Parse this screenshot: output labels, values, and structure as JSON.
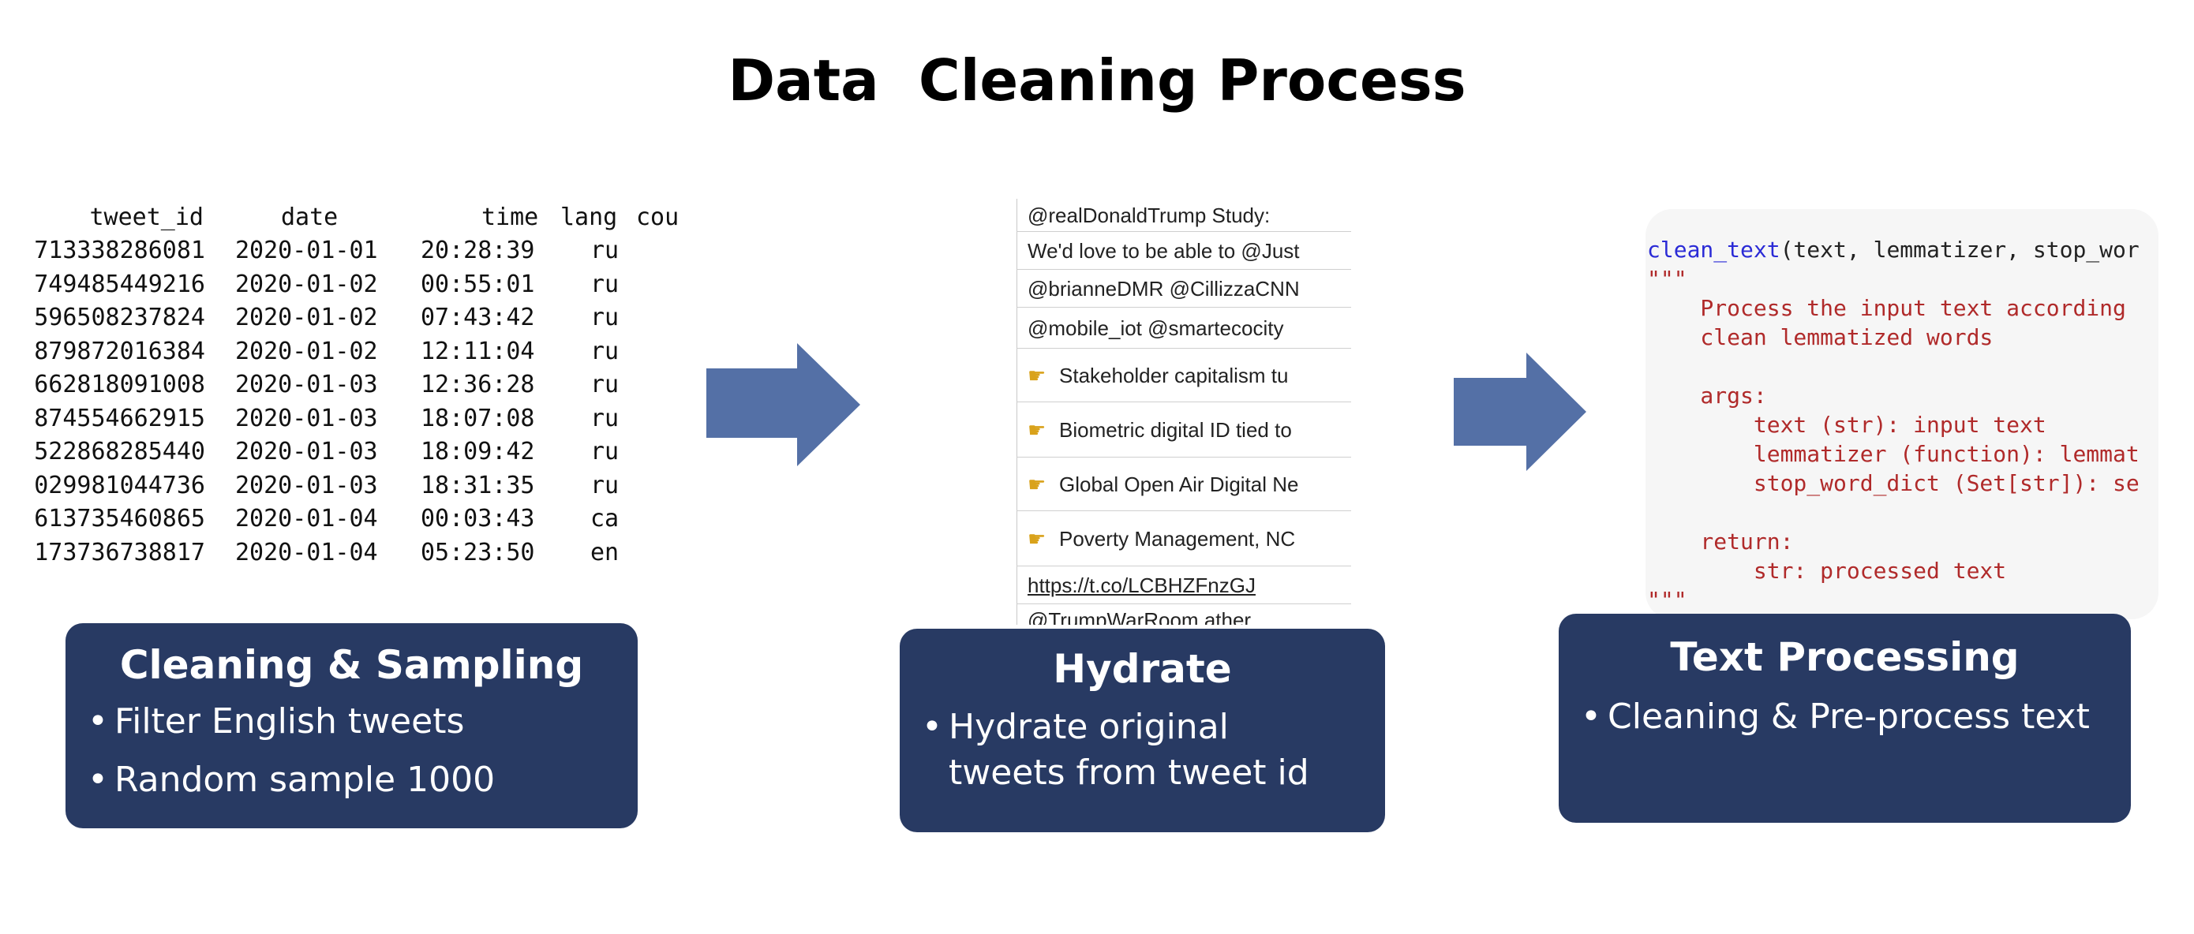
{
  "title": "Data  Cleaning Process",
  "table": {
    "headers": [
      "tweet_id",
      "date",
      "time",
      "lang",
      "cou"
    ],
    "rows": [
      [
        "713338286081",
        "2020-01-01",
        "20:28:39",
        "ru"
      ],
      [
        "749485449216",
        "2020-01-02",
        "00:55:01",
        "ru"
      ],
      [
        "596508237824",
        "2020-01-02",
        "07:43:42",
        "ru"
      ],
      [
        "879872016384",
        "2020-01-02",
        "12:11:04",
        "ru"
      ],
      [
        "662818091008",
        "2020-01-03",
        "12:36:28",
        "ru"
      ],
      [
        "874554662915",
        "2020-01-03",
        "18:07:08",
        "ru"
      ],
      [
        "522868285440",
        "2020-01-03",
        "18:09:42",
        "ru"
      ],
      [
        "029981044736",
        "2020-01-03",
        "18:31:35",
        "ru"
      ],
      [
        "613735460865",
        "2020-01-04",
        "00:03:43",
        "ca"
      ],
      [
        "173736738817",
        "2020-01-04",
        "05:23:50",
        "en"
      ]
    ]
  },
  "tweets": [
    {
      "text": "@realDonaldTrump Study: ",
      "hand": false,
      "link": false
    },
    {
      "text": "We'd love to be able to @Just",
      "hand": false,
      "link": false
    },
    {
      "text": "@brianneDMR @CillizzaCNN",
      "hand": false,
      "link": false
    },
    {
      "text": "@mobile_iot @smartecocity",
      "hand": false,
      "link": false
    },
    {
      "text": "Stakeholder capitalism tu",
      "hand": true,
      "link": false
    },
    {
      "text": "Biometric digital ID tied to",
      "hand": true,
      "link": false
    },
    {
      "text": "Global Open Air Digital Ne",
      "hand": true,
      "link": false
    },
    {
      "text": "Poverty Management, NC",
      "hand": true,
      "link": false
    },
    {
      "text": "https://t.co/LCBHZFnzGJ",
      "hand": false,
      "link": true
    },
    {
      "text": "@TrumpWarRoom ather",
      "hand": false,
      "link": false
    }
  ],
  "code": {
    "fn_name": "clean_text",
    "signature_rest": "(text, lemmatizer, stop_wor",
    "doc_open": "\"\"\"",
    "doc_lines": [
      "    Process the input text according",
      "    clean lemmatized words",
      "",
      "    args:",
      "        text (str): input text",
      "        lemmatizer (function): lemmat",
      "        stop_word_dict (Set[str]): se",
      "",
      "    return:",
      "        str: processed text"
    ],
    "doc_close": "\"\"\""
  },
  "boxes": [
    {
      "title": "Cleaning & Sampling",
      "bullets": [
        "Filter English tweets",
        "Random sample 1000"
      ]
    },
    {
      "title": "Hydrate",
      "bullets": [
        "Hydrate original tweets from tweet id"
      ]
    },
    {
      "title": "Text Processing",
      "bullets": [
        "Cleaning & Pre-process text"
      ]
    }
  ],
  "colors": {
    "box_fill": "#283a63",
    "arrow_fill": "#5470a6",
    "code_keyword": "#2b2bd6",
    "code_string": "#b02a2a"
  },
  "icons": {
    "arrow": "right-arrow-icon",
    "bullet_hand": "pointing-hand-icon"
  }
}
